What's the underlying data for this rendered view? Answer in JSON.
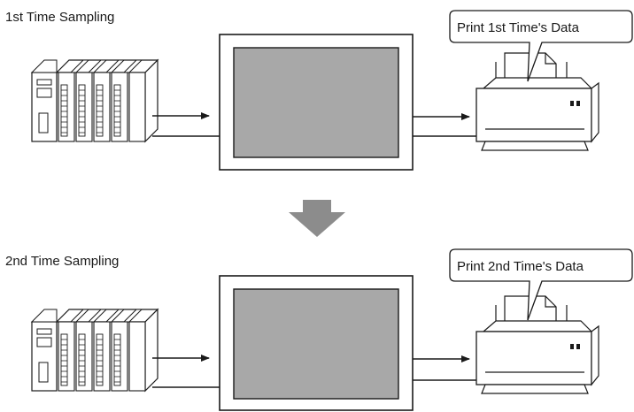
{
  "stages": [
    {
      "title": "1st Time Sampling",
      "callout": "Print 1st Time's Data"
    },
    {
      "title": "2nd Time Sampling",
      "callout": "Print 2nd Time's Data"
    }
  ],
  "colors": {
    "screen_fill": "#a8a8a8",
    "panel_fill": "#ffffff",
    "line": "#1a1a1a",
    "down_arrow": "#8c8c8c"
  },
  "icons": [
    "plc-icon",
    "display-panel-icon",
    "printer-icon",
    "down-arrow-icon"
  ]
}
